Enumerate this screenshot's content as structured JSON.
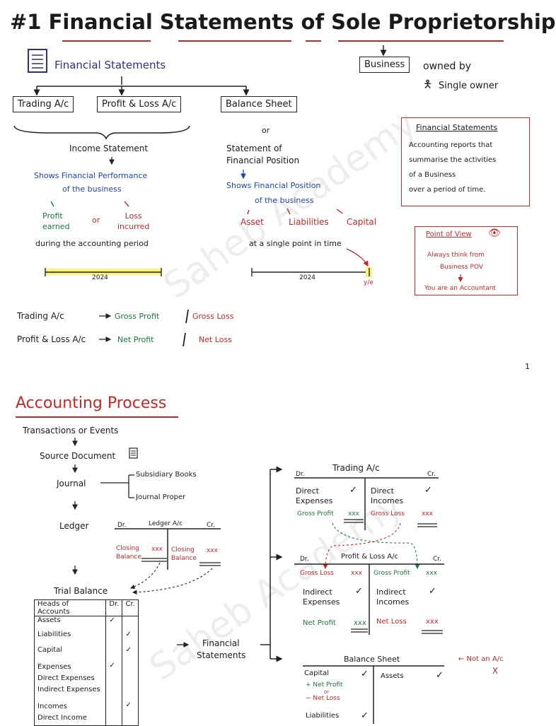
{
  "page1": {
    "title": "#1 Financial Statements of Sole Proprietorship",
    "fs_label": "Financial Statements",
    "business_label": "Business",
    "owned_by": "owned by",
    "single_owner": "Single owner",
    "boxes": {
      "trading": "Trading A/c",
      "pl": "Profit & Loss A/c",
      "bs": "Balance Sheet"
    },
    "left": {
      "income_statement": "Income Statement",
      "shows1": "Shows Financial Performance",
      "shows2": "of the business",
      "profit": "Profit\nearned",
      "or": "or",
      "loss": "Loss\nincurred",
      "during": "during the accounting period",
      "year": "2024"
    },
    "right": {
      "or": "or",
      "sofp1": "Statement of",
      "sofp2": "Financial Position",
      "shows1": "Shows Financial Position",
      "shows2": "of the business",
      "asset": "Asset",
      "liabilities": "Liabilities",
      "capital": "Capital",
      "single_point": "at a single point in time",
      "year": "2024",
      "ye": "y/e"
    },
    "definition": {
      "heading": "Financial Statements",
      "lines": [
        "Accounting reports that",
        "summarise the activities",
        "of a Business",
        "over a period of time."
      ]
    },
    "pov": {
      "heading": "Point of View",
      "line1": "Always think from",
      "line2": "Business POV",
      "line3": "You are an Accountant"
    },
    "results": {
      "trading_label": "Trading A/c",
      "gross_profit": "Gross Profit",
      "gross_loss": "Gross Loss",
      "pl_label": "Profit & Loss A/c",
      "net_profit": "Net Profit",
      "net_loss": "Net Loss"
    },
    "page_number": "1"
  },
  "page2": {
    "title": "Accounting Process",
    "steps": {
      "transactions": "Transactions or Events",
      "source": "Source Document",
      "journal": "Journal",
      "subsidiary": "Subsidiary Books",
      "journal_proper": "Journal Proper",
      "ledger": "Ledger",
      "trial_balance": "Trial Balance",
      "financial1": "Financial",
      "financial2": "Statements"
    },
    "ledger_ac": {
      "dr": "Dr.",
      "title": "Ledger A/c",
      "cr": "Cr.",
      "closing1": "Closing\nBalance",
      "xxx1": "xxx",
      "closing2": "Closing\nBalance",
      "xxx2": "xxx"
    },
    "trial_table": {
      "headers": [
        "Heads of Accounts",
        "Dr.",
        "Cr."
      ],
      "rows": [
        {
          "head": "Assets",
          "dr": "✓",
          "cr": ""
        },
        {
          "head": "Liabilities",
          "dr": "",
          "cr": "✓"
        },
        {
          "head": "Capital",
          "dr": "",
          "cr": "✓"
        },
        {
          "head": "Expenses\nDirect Expenses\nIndirect Expenses",
          "dr": "✓",
          "cr": ""
        },
        {
          "head": "Incomes\nDirect Income",
          "dr": "",
          "cr": "✓"
        }
      ]
    },
    "trading_ac": {
      "dr": "Dr.",
      "title": "Trading A/c",
      "cr": "Cr.",
      "direct_exp": "Direct\nExpenses",
      "direct_inc": "Direct\nIncomes",
      "check": "✓",
      "gp": "Gross Profit",
      "gp_xxx": "xxx",
      "gl": "Gross Loss",
      "gl_xxx": "xxx"
    },
    "pl_ac": {
      "dr": "Dr.",
      "title": "Profit & Loss A/c",
      "cr": "Cr.",
      "gl": "Gross Loss",
      "gl_xxx": "xxx",
      "gp": "Gross Profit",
      "gp_xxx": "xxx",
      "ind_exp": "Indirect\nExpenses",
      "ind_inc": "Indirect\nIncomes",
      "check": "✓",
      "np": "Net Profit",
      "np_xxx": "xxx",
      "nl": "Net Loss",
      "nl_xxx": "xxx"
    },
    "bs": {
      "title": "Balance Sheet",
      "capital": "Capital",
      "plus_np": "+ Net Profit",
      "or": "or",
      "minus_nl": "− Net Loss",
      "liabilities": "Liabilities",
      "assets": "Assets",
      "check": "✓",
      "not_ac": "← Not an A/c",
      "cross": "X"
    }
  },
  "watermark": "Saheb Academy"
}
